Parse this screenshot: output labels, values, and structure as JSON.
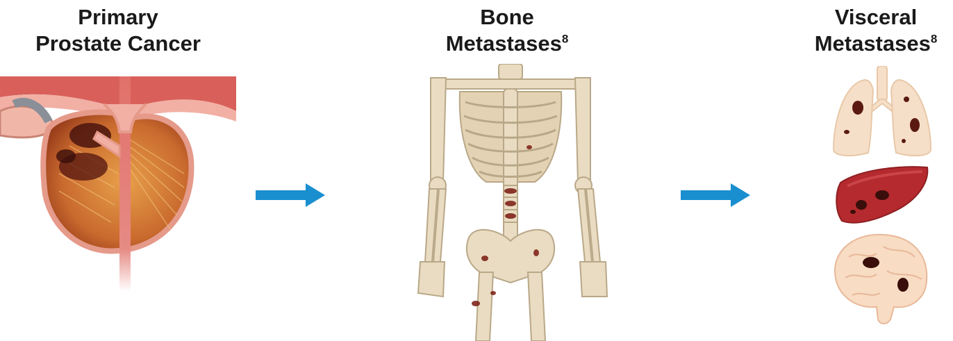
{
  "stages": [
    {
      "line1": "Primary",
      "line2": "Prostate Cancer",
      "sup": ""
    },
    {
      "line1": "Bone",
      "line2": "Metastases",
      "sup": "8"
    },
    {
      "line1": "Visceral",
      "line2": "Metastases",
      "sup": "8"
    }
  ],
  "colors": {
    "arrow": "#1a8fd0",
    "bone": "#e9dcc2",
    "bone_shadow": "#b9a888",
    "tumor": "#5a1a12",
    "prostate_tissue": "#c9703a",
    "prostate_outline": "#e59a8a",
    "lung": "#f6dfc8",
    "liver": "#b52a2e",
    "brain": "#f8dcc4"
  },
  "icons": [
    "prostate-illustration",
    "skeleton-illustration",
    "lungs-illustration",
    "liver-illustration",
    "brain-illustration",
    "arrow-right-icon"
  ]
}
